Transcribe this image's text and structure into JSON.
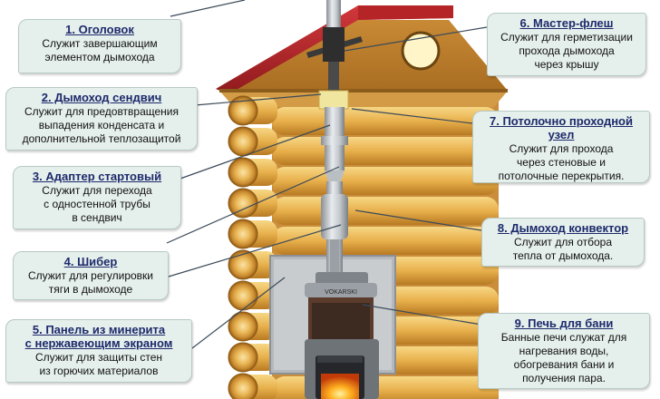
{
  "items": [
    {
      "title": "1. Оголовок",
      "desc": [
        "Служит завершающим",
        "элементом дымохода"
      ]
    },
    {
      "title": "2. Дымоход сендвич",
      "desc": [
        "Служит для предовтвращения",
        "выпадения конденсата и",
        "дополнительной теплозащитой"
      ]
    },
    {
      "title": "3. Адаптер стартовый",
      "desc": [
        "Служит для перехода",
        "с одностенной трубы",
        "в сендвич"
      ]
    },
    {
      "title": "4. Шибер",
      "desc": [
        "Служит для регулировки",
        "тяги в дымоходе"
      ]
    },
    {
      "title_lines": [
        "5. Панель из минерита",
        "с нержавеющим экраном"
      ],
      "desc": [
        "Служит для защиты стен",
        "из горючих материалов"
      ]
    },
    {
      "title": "6. Мастер-флеш",
      "desc": [
        "Служит для герметизации",
        "прохода дымохода",
        "через крышу"
      ]
    },
    {
      "title_lines": [
        "7. Потолочно проходной",
        "узел"
      ],
      "desc": [
        "Служит для прохода",
        "через стеновые и",
        "потолочные перекрытия."
      ]
    },
    {
      "title": "8. Дымоход конвектор",
      "desc": [
        "Служит для отбора",
        "тепла от дымохода."
      ]
    },
    {
      "title": "9. Печь для бани",
      "desc": [
        "Банные печи служат для",
        "нагревания воды,",
        "обогревания бани и",
        "получения пара."
      ]
    }
  ],
  "stove_brand": "VOKARSKI",
  "colors": {
    "roof": "#b8262a",
    "log": "#e0a53c",
    "card": "#e5efec",
    "title": "#1d2a6b"
  }
}
